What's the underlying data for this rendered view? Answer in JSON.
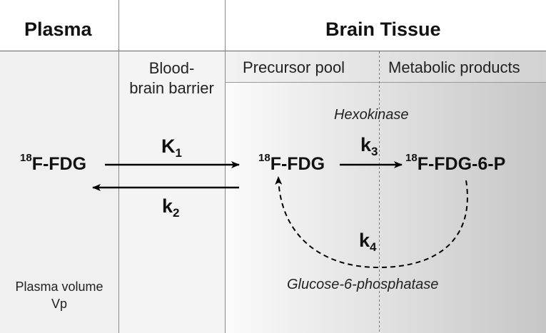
{
  "regions": {
    "plasma": "Plasma",
    "brain_tissue": "Brain Tissue"
  },
  "compartments": {
    "bbb_line1": "Blood-",
    "bbb_line2": "brain barrier",
    "precursor_pool": "Precursor pool",
    "metabolic_products": "Metabolic products"
  },
  "species": {
    "plasma_fdg_isotope": "18",
    "plasma_fdg_name": "F-FDG",
    "tissue_fdg_isotope": "18",
    "tissue_fdg_name": "F-FDG",
    "product_isotope": "18",
    "product_name": "F-FDG-6-P"
  },
  "rate_constants": {
    "k1_symbol": "K",
    "k1_index": "1",
    "k2_symbol": "k",
    "k2_index": "2",
    "k3_symbol": "k",
    "k3_index": "3",
    "k4_symbol": "k",
    "k4_index": "4"
  },
  "enzymes": {
    "forward": "Hexokinase",
    "reverse": "Glucose-6-phosphatase"
  },
  "plasma_volume": {
    "line1": "Plasma volume",
    "line2": "Vp"
  },
  "colors": {
    "plasma_bg": "#f0f0f0",
    "barrier_bg": "#f3f3f3",
    "gradient_light": "#fafafa",
    "gradient_dark": "#c9c9c9",
    "header_gray": "#dcdcdc",
    "line": "#888888",
    "arrow": "#000000"
  }
}
